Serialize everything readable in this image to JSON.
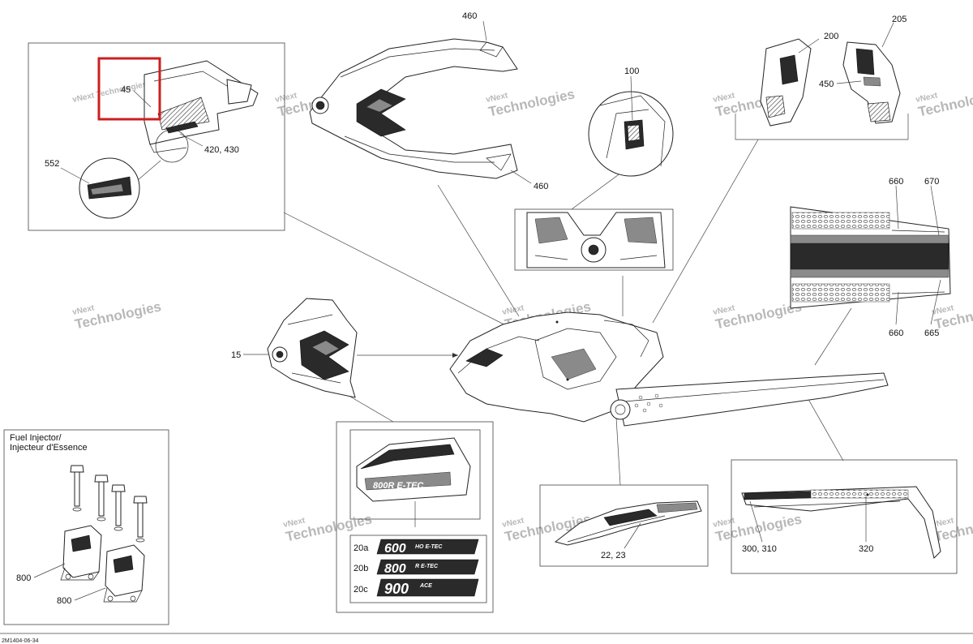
{
  "drawing_code": "2M1404-06-34",
  "watermark": {
    "line1": "vNext",
    "line2": "Technologies",
    "short": "vNext Technologies"
  },
  "fuel_injector": {
    "title_en": "Fuel Injector/",
    "title_fr": "Injecteur d'Essence"
  },
  "callouts": {
    "c15": "15",
    "c20a": "20a",
    "c20b": "20b",
    "c20c": "20c",
    "c22_23": "22, 23",
    "c45": "45",
    "c100": "100",
    "c200": "200",
    "c205": "205",
    "c300_310": "300, 310",
    "c320": "320",
    "c420_430": "420, 430",
    "c450": "450",
    "c460a": "460",
    "c460b": "460",
    "c552": "552",
    "c660a": "660",
    "c660b": "660",
    "c665": "665",
    "c670": "670",
    "c800a": "800",
    "c800b": "800"
  },
  "decals": {
    "d600": {
      "num": "600",
      "suffix": "HO E-TEC"
    },
    "d800": {
      "num": "800",
      "suffix": "R E-TEC"
    },
    "d900": {
      "num": "900",
      "suffix": "ACE"
    },
    "small": "800R E-TEC"
  },
  "colors": {
    "highlight": "#cc1f1f",
    "line": "#222222",
    "watermark": "#b8b8b8"
  }
}
